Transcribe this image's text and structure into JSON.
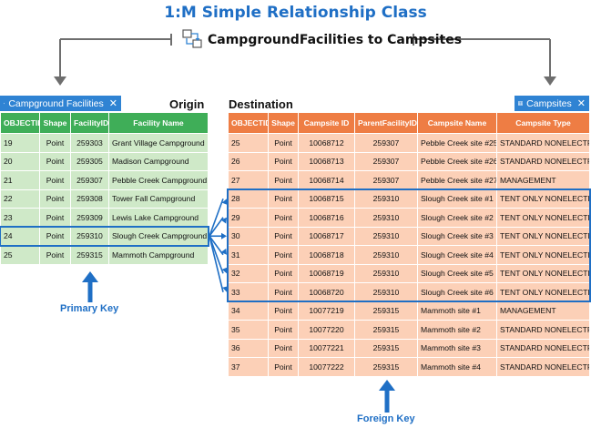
{
  "title": "1:M Simple Relationship Class",
  "relationship": {
    "name": "CampgroundFacilities to Campsites",
    "icon": "relationship-class-icon"
  },
  "origin": {
    "tab_label": "Campground Facilities",
    "section_label": "Origin",
    "columns": [
      "OBJECTID",
      "Shape",
      "FacilityID",
      "Facility Name"
    ],
    "rows": [
      [
        "19",
        "Point",
        "259303",
        "Grant Village Campground"
      ],
      [
        "20",
        "Point",
        "259305",
        "Madison Campground"
      ],
      [
        "21",
        "Point",
        "259307",
        "Pebble Creek Campground"
      ],
      [
        "22",
        "Point",
        "259308",
        "Tower Fall Campground"
      ],
      [
        "23",
        "Point",
        "259309",
        "Lewis Lake Campground"
      ],
      [
        "24",
        "Point",
        "259310",
        "Slough Creek Campground"
      ],
      [
        "25",
        "Point",
        "259315",
        "Mammoth Campground"
      ]
    ],
    "highlighted_row": 5,
    "key_label": "Primary Key"
  },
  "destination": {
    "tab_label": "Campsites",
    "section_label": "Destination",
    "columns": [
      "OBJECTID",
      "Shape",
      "Campsite ID",
      "ParentFacilityID",
      "Campsite Name",
      "Campsite Type"
    ],
    "rows": [
      [
        "25",
        "Point",
        "10068712",
        "259307",
        "Pebble Creek site #25",
        "STANDARD NONELECTRIC"
      ],
      [
        "26",
        "Point",
        "10068713",
        "259307",
        "Pebble Creek site #26",
        "STANDARD NONELECTRIC"
      ],
      [
        "27",
        "Point",
        "10068714",
        "259307",
        "Pebble Creek site #27",
        "MANAGEMENT"
      ],
      [
        "28",
        "Point",
        "10068715",
        "259310",
        "Slough Creek site #1",
        "TENT ONLY NONELECTRIC"
      ],
      [
        "29",
        "Point",
        "10068716",
        "259310",
        "Slough Creek site #2",
        "TENT ONLY NONELECTRIC"
      ],
      [
        "30",
        "Point",
        "10068717",
        "259310",
        "Slough Creek site #3",
        "TENT ONLY NONELECTRIC"
      ],
      [
        "31",
        "Point",
        "10068718",
        "259310",
        "Slough Creek site #4",
        "TENT ONLY NONELECTRIC"
      ],
      [
        "32",
        "Point",
        "10068719",
        "259310",
        "Slough Creek site #5",
        "TENT ONLY NONELECTRIC"
      ],
      [
        "33",
        "Point",
        "10068720",
        "259310",
        "Slough Creek site #6",
        "TENT ONLY NONELECTRIC"
      ],
      [
        "34",
        "Point",
        "10077219",
        "259315",
        "Mammoth site #1",
        "MANAGEMENT"
      ],
      [
        "35",
        "Point",
        "10077220",
        "259315",
        "Mammoth site #2",
        "STANDARD NONELECTRIC"
      ],
      [
        "36",
        "Point",
        "10077221",
        "259315",
        "Mammoth site #3",
        "STANDARD NONELECTRIC"
      ],
      [
        "37",
        "Point",
        "10077222",
        "259315",
        "Mammoth site #4",
        "STANDARD NONELECTRIC"
      ]
    ],
    "highlighted_rows": [
      3,
      4,
      5,
      6,
      7,
      8
    ],
    "key_label": "Foreign Key"
  },
  "colors": {
    "accent_blue": "#1f6fc5",
    "origin_header": "#3fae58",
    "origin_cell": "#cfe9c8",
    "dest_header": "#ee7d44",
    "dest_cell": "#fcd0b7",
    "tab": "#2f83d3"
  }
}
